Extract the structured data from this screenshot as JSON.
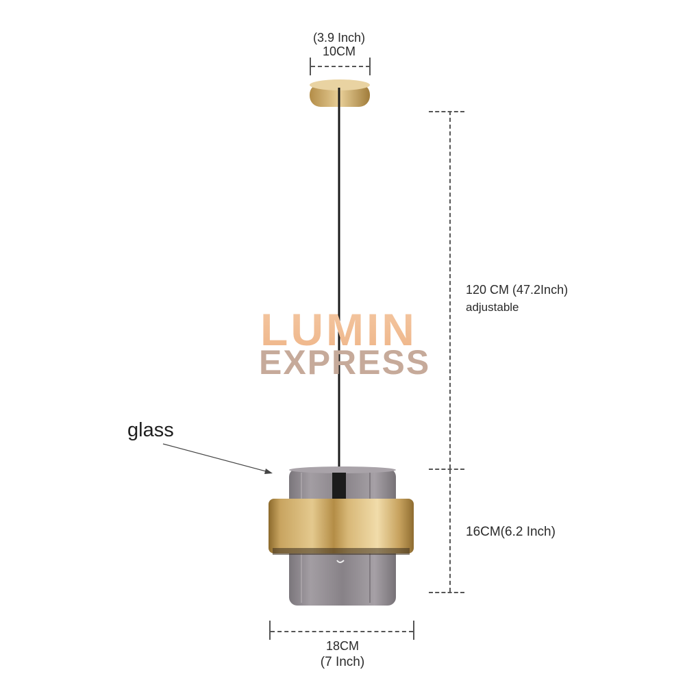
{
  "dimensions": {
    "canopy_width": {
      "inch": "(3.9 Inch)",
      "cm": "10CM"
    },
    "cord_length": {
      "line1": "120 CM (47.2Inch)",
      "line2": "adjustable"
    },
    "shade_height": {
      "label": "16CM(6.2 Inch)"
    },
    "shade_width": {
      "cm": "18CM",
      "inch": "(7 Inch)"
    }
  },
  "callout": {
    "glass": "glass"
  },
  "watermark": {
    "line1": "LUMIN",
    "line2": "EXPRESS"
  },
  "colors": {
    "brass": "#c9a55f",
    "smoked_glass": "#8a8489",
    "cord": "#1a1a1a",
    "watermark_top": "#efb68a",
    "watermark_bottom": "#c6aa9a"
  }
}
